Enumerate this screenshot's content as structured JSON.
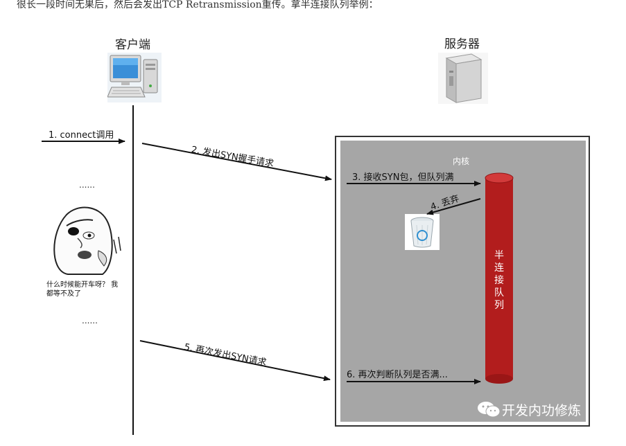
{
  "intro_text": "很长一段时间无果后，然后会发出TCP Retransmission重传。拿半连接队列举例：",
  "client": {
    "label": "客户端"
  },
  "server": {
    "label": "服务器"
  },
  "kernel": {
    "label": "内核"
  },
  "queue": {
    "chars": [
      "半",
      "连",
      "接",
      "队",
      "列"
    ]
  },
  "steps": {
    "s1": "1. connect调用",
    "s2": "2. 发出SYN握手请求",
    "s3": "3. 接收SYN包，但队列满",
    "s4": "4. 丢弃",
    "s5": "5. 再次发出SYN请求",
    "s6": "6. 再次判断队列是否满..."
  },
  "ellipsis_top": "......",
  "ellipsis_bottom": "......",
  "meme": {
    "line1": "什么时候能开车呀？  我",
    "line2": "都等不及了"
  },
  "watermark": "开发内功修炼",
  "colors": {
    "queue": "#b21d1d",
    "kernel_bg": "#a6a6a6",
    "arrow": "#111111"
  }
}
